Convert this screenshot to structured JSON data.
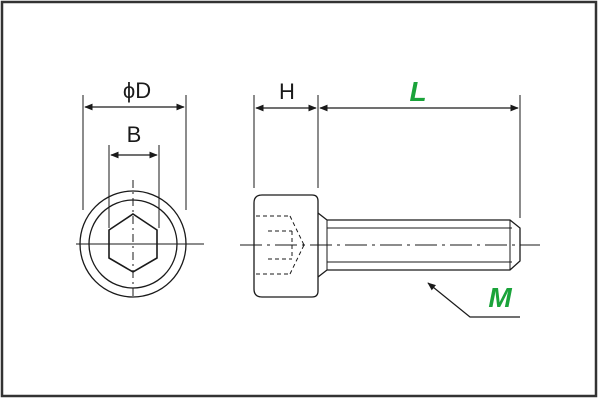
{
  "labels": {
    "head_diameter": "ϕD",
    "hex_socket": "B",
    "head_height": "H",
    "length": "L",
    "thread": "M"
  },
  "colors": {
    "line": "#1a1a1a",
    "accent": "#1aa33a",
    "frame": "#333333"
  }
}
